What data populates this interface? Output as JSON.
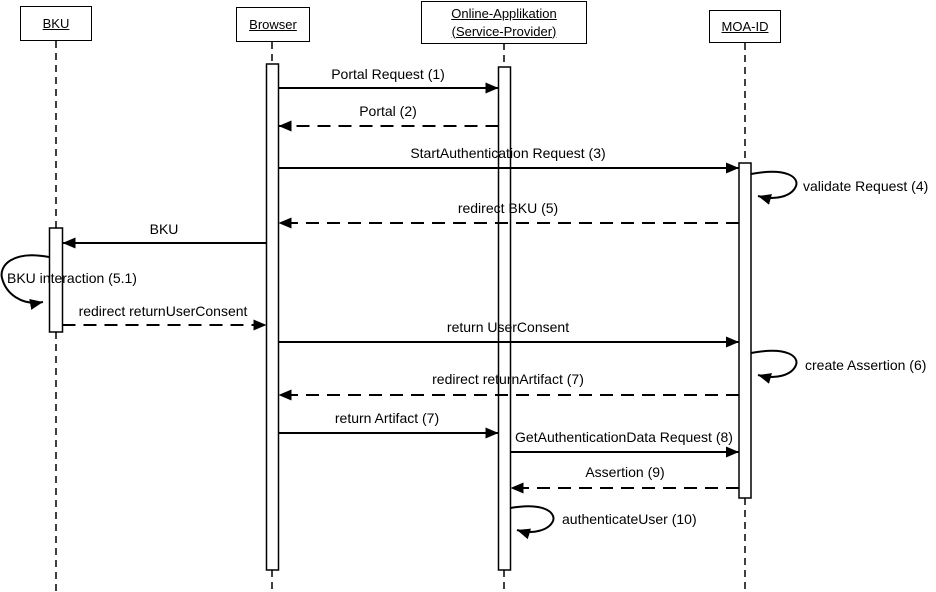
{
  "diagram": {
    "type": "uml-sequence-diagram",
    "colors": {
      "line": "#000000",
      "background": "#ffffff"
    },
    "actors": [
      {
        "id": "bku",
        "label": "BKU"
      },
      {
        "id": "browser",
        "label": "Browser"
      },
      {
        "id": "online_app",
        "label": "Online-Applikation (Service-Provider)"
      },
      {
        "id": "moa_id",
        "label": "MOA-ID"
      }
    ],
    "messages": [
      {
        "label": "Portal Request (1)",
        "from": "browser",
        "to": "online_app",
        "style": "solid"
      },
      {
        "label": "Portal (2)",
        "from": "online_app",
        "to": "browser",
        "style": "dashed"
      },
      {
        "label": "StartAuthentication Request (3)",
        "from": "browser",
        "to": "moa_id",
        "style": "solid"
      },
      {
        "label": "validate Request (4)",
        "from": "moa_id",
        "to": "moa_id",
        "style": "self"
      },
      {
        "label": "redirect BKU (5)",
        "from": "moa_id",
        "to": "browser",
        "style": "dashed"
      },
      {
        "label": "BKU",
        "from": "browser",
        "to": "bku",
        "style": "solid"
      },
      {
        "label": "BKU interaction (5.1)",
        "from": "bku",
        "to": "bku",
        "style": "self"
      },
      {
        "label": "redirect returnUserConsent",
        "from": "bku",
        "to": "browser",
        "style": "dashed"
      },
      {
        "label": "return UserConsent",
        "from": "browser",
        "to": "moa_id",
        "style": "solid"
      },
      {
        "label": "create Assertion (6)",
        "from": "moa_id",
        "to": "moa_id",
        "style": "self"
      },
      {
        "label": "redirect returnArtifact (7)",
        "from": "moa_id",
        "to": "browser",
        "style": "dashed"
      },
      {
        "label": "return Artifact (7)",
        "from": "browser",
        "to": "online_app",
        "style": "solid"
      },
      {
        "label": "GetAuthenticationData Request (8)",
        "from": "online_app",
        "to": "moa_id",
        "style": "solid"
      },
      {
        "label": "Assertion (9)",
        "from": "moa_id",
        "to": "online_app",
        "style": "dashed"
      },
      {
        "label": "authenticateUser (10)",
        "from": "online_app",
        "to": "online_app",
        "style": "self"
      }
    ]
  }
}
